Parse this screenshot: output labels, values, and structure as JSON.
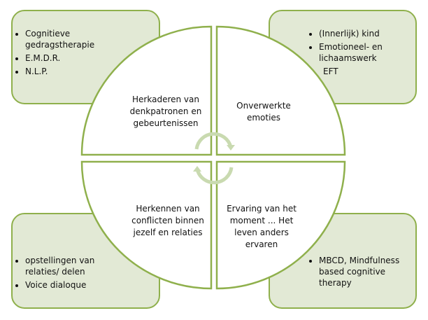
{
  "colors": {
    "box_fill": "#e2e9d5",
    "stroke": "#8fb04c",
    "arrow": "#c9dab0"
  },
  "boxes": {
    "top_left": [
      "Cognitieve gedragstherapie",
      "E.M.D.R.",
      "N.L.P."
    ],
    "top_right": [
      "(Innerlijk) kind",
      "Emotioneel- en lichaamswerk",
      "EFT"
    ],
    "bottom_left": [
      "opstellingen van relaties/ delen",
      "Voice dialoque"
    ],
    "bottom_right": [
      "MBCD, Mindfulness based cognitive therapy"
    ]
  },
  "quadrants": {
    "top_left": "Herkaderen van denkpatronen en gebeurtenissen",
    "top_right": "Onverwerkte emoties",
    "bottom_left": "Herkennen van conflicten binnen jezelf en relaties",
    "bottom_right": "Ervaring van het moment ... Het leven anders ervaren"
  }
}
